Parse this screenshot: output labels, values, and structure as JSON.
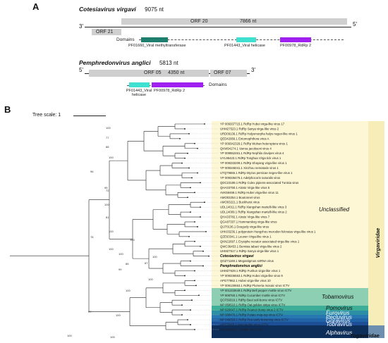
{
  "panel_a": {
    "letter": "A",
    "virus1": {
      "name": "Cotesiavirus virgavi",
      "length": "9075 nt",
      "five_prime": "5'",
      "three_prime": "3'",
      "orf_a": "ORF 20",
      "orf_a_len": "7866 nt",
      "orf_b": "ORF 21",
      "domains_label": "Domains",
      "domains": [
        {
          "label": "PF01660_Viral methyltransferase",
          "color": "#1e7f6e"
        },
        {
          "label": "PF01443_Viral helicase",
          "color": "#40e0d0"
        },
        {
          "label": "PF00978_RdRp 2",
          "color": "#a020f0"
        }
      ]
    },
    "virus2": {
      "name": "Pemphredonvirus anglici",
      "length": "5813 nt",
      "five_prime": "5'",
      "three_prime": "3'",
      "orf_a": "ORF 05",
      "orf_a_len": "4350 nt",
      "orf_b": "ORF 07",
      "domains_label": "Domains",
      "domains": [
        {
          "label": "PF01443_Viral helicase",
          "color": "#40e0d0"
        },
        {
          "label": "PF00978_RdRp 2",
          "color": "#a020f0"
        }
      ]
    }
  },
  "panel_b": {
    "letter": "B",
    "tree_scale": "Tree scale: 1",
    "leaves": [
      "YP 009337715.1 RdRp Hubei virga-like virus 17",
      "UHM27523.1 RdRp Sanya virga-like virus 2",
      "URD09136.1 RdRp Halyomorpha halys negev-like virus 1",
      "QED42956.1 Entomophthora virus A",
      "YP 009342329.1 RdRp Wuhan heteroptera virus 1",
      "QKW94174.1 Varroa jacobsoni virus 4",
      "YP 009552461.1 RdRp Nephila clavipes virus 4",
      "UYL95423.1 RdRp Tonghua Virga tick virus 1",
      "YP 009333209.1 RdRp Shayang virga-like virus 1",
      "YP 009345041.1 Xinzhou nematode virus 1",
      "UTQ79656.1 RdRp Myzus persicae negev-like virus 1",
      "YP 009336476.1 Adelphocoris suturalis virus",
      "QDC23189.1 RdRp Culex pipiens-associated Tunisia virus",
      "QHA33750.1 Atrato Virga-like virus 5",
      "AVK59469.1 RdRp Hubei virga-like virus 11",
      "AMO03254.1 Boutonnet virus",
      "AMO03221.1 Buckhurst virus",
      "UDL14011.1 RdRp Xiangshan martelli-like virus 3",
      "UDL14009.1 RdRp Xiangshan martelli-like virus 2",
      "QHA33782.1 Atrato Virga-like virus 7",
      "QGA87337.1 Hammarskog virga-like virus",
      "QIJ70136.1 Dougudy virga-like virus",
      "UHK03236.1 polyprotein Hangzhou merodon fulcratus virga-like virus 1",
      "QZE63341.1 Leuven Virga-like virus 1",
      "QKN22697.1 Erysiphe necator associated virga-like virus 1",
      "QWC36453.1 Bemisia tabaci virga-like virus 2",
      "UHM27517.1 RdRp Sanya virga-like virus 1",
      "Cotesiavirus virgavi",
      "QGZ71169.1 Megastigmus ssRNA virus",
      "Pemphredonvirus anglici",
      "UHM27629.1 RdRp Fushun virga-like virus 1",
      "YP 009336553.1 RdRp Hubei virga-like virus 9",
      "APG77862.1 Hubei virga-like virus 10",
      "YP 009130653.1 RdRp Plumeria mosaic virus ICTV",
      "YP 001333649.1 RdRp Bell pepper mottle virus ICTV",
      "YP 908760.1 RdRp Cucumber mottle virus ICTV",
      "QCF59319.1 RdRp Beet soil-borne virus ICTV",
      "NP 059510.1 RdRp Oat golden stripe virus ICTV",
      "NP 620647.1 RdRp Peanut clump virus 2 ICTV",
      "NP 008476.1 RdRp Potato mop-top virus ICTV",
      "NP 049333.1 RdRp Pea early-browning virus ICTV",
      "ABT75955.1 Macula-like virus ICTV",
      "NP 685983.1 Sindbis virus ICTV"
    ],
    "bootstraps": [
      "100",
      "77",
      "88",
      "100",
      "96",
      "95",
      "72",
      "100",
      "81",
      "100",
      "100",
      "78",
      "100",
      "100",
      "85",
      "87",
      "100",
      "99",
      "100",
      "100",
      "97",
      "100",
      "100",
      "100"
    ],
    "clade_labels": {
      "unclassified": "Unclassified",
      "virgaviridae": "Virgaviridae",
      "tobamovirus": "Tobamovirus",
      "pomovirus": "Pomovirus",
      "furovirus": "Furovirus",
      "pecluvirus": "Pecluvirus",
      "goravirus": "Goravirus",
      "tobravirus": "Tobravirus",
      "alphavirus": "Alphavirus",
      "togaviridae": "Togaviridae"
    },
    "colors": {
      "unclassified_bg": "#fdf7d5",
      "virgaviridae_bg": "#f7edb8",
      "tobamovirus_bg": "#8ccfb3",
      "pomovirus_bg": "#3fae98",
      "furovirus_bg": "#2d8fa6",
      "pecluvirus_bg": "#2778b0",
      "goravirus_bg": "#2164a8",
      "tobravirus_bg": "#1d4f96",
      "alphavirus_bg": "#0e2e5a",
      "togaviridae_bg": "#6f8fb0"
    }
  }
}
